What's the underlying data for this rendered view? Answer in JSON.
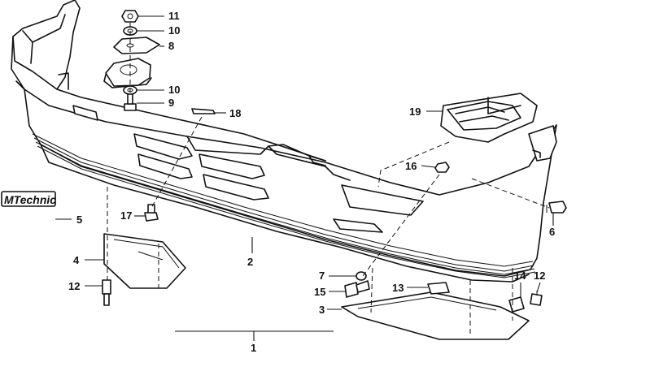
{
  "badge": {
    "text": "MTechnic"
  },
  "callouts": {
    "c1": "1",
    "c2": "2",
    "c3": "3",
    "c4": "4",
    "c5": "5",
    "c6": "6",
    "c7": "7",
    "c8": "8",
    "c9": "9",
    "c10a": "10",
    "c10b": "10",
    "c11": "11",
    "c12a": "12",
    "c12b": "12",
    "c13": "13",
    "c14": "14",
    "c15": "15",
    "c16": "16",
    "c17": "17",
    "c18": "18",
    "c19": "19"
  }
}
